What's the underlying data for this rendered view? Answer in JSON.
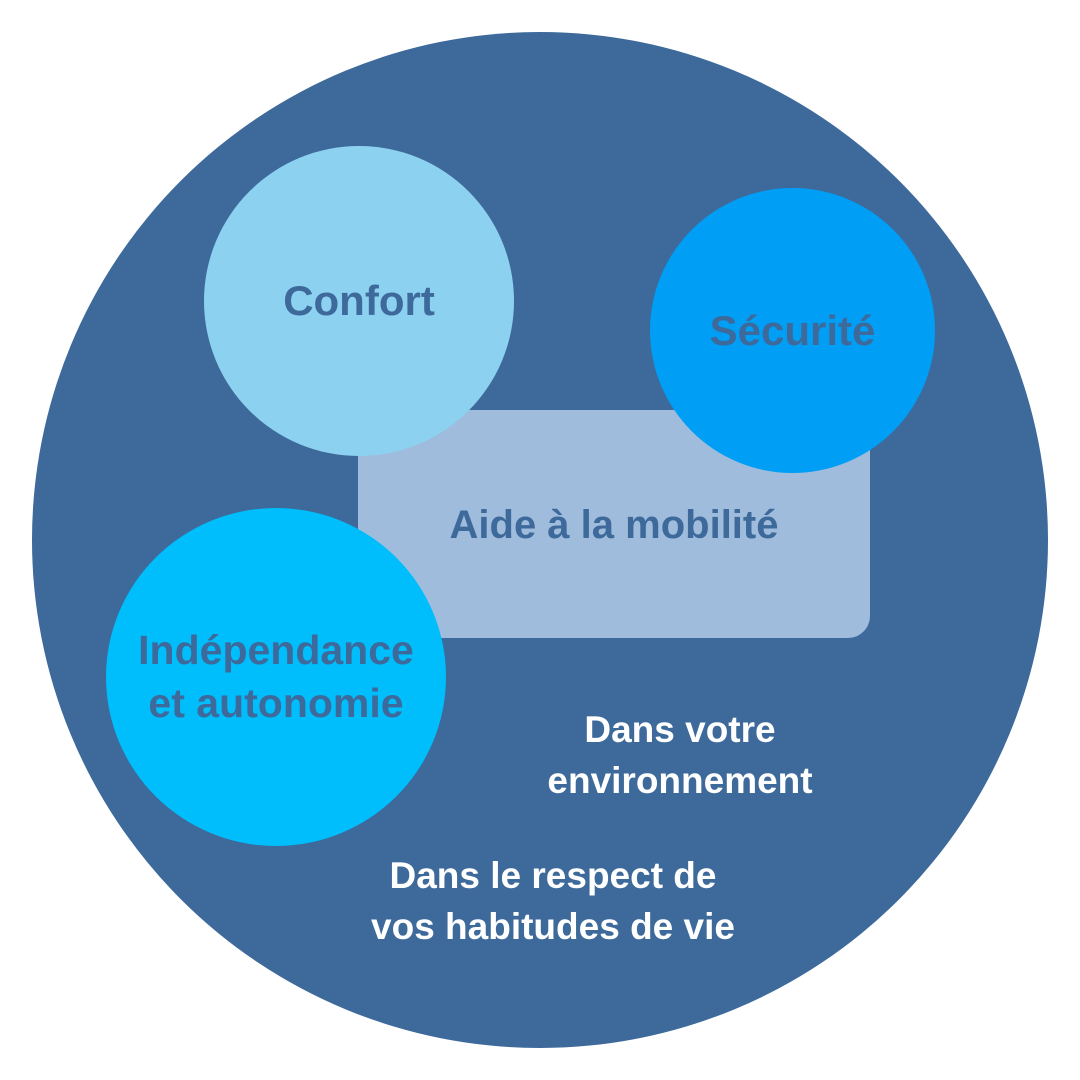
{
  "diagram": {
    "center": "Aide à la mobilité",
    "circles": {
      "confort": "Confort",
      "securite": "Sécurité",
      "independance": "Indépendance\net autonomie"
    },
    "context": {
      "environnement": "Dans votre\nenvironnement",
      "habitudes": "Dans le respect de\nvos habitudes de vie"
    }
  },
  "colors": {
    "outer_circle": "#3d6a9b",
    "center_box": "#a0bcdd",
    "confort": "#8dd1f1",
    "securite": "#009ef5",
    "independance": "#00bdfc",
    "label_text": "#3d6a9b",
    "context_text": "#ffffff"
  }
}
